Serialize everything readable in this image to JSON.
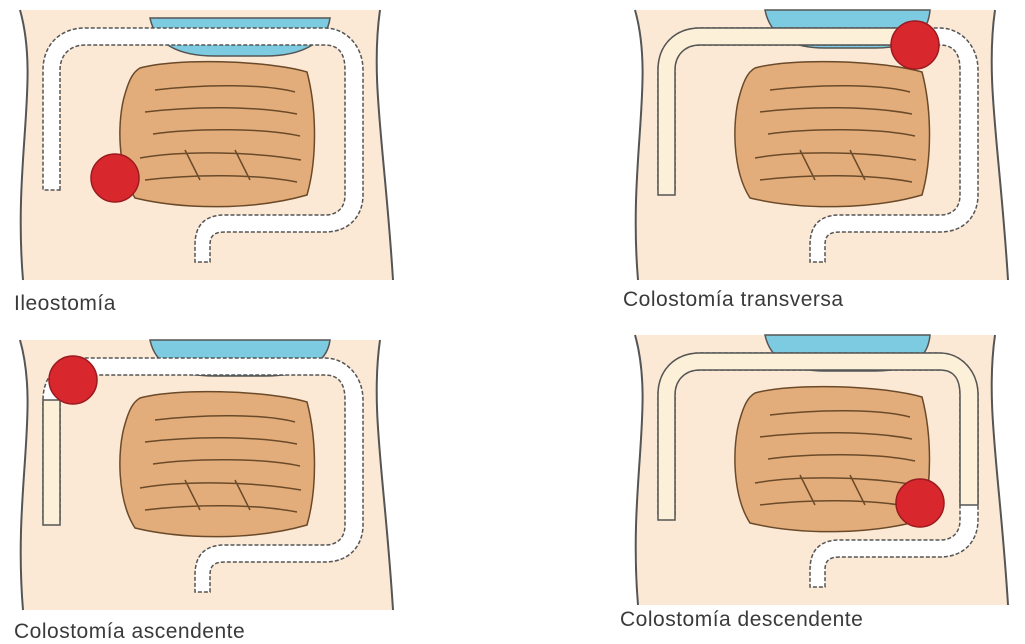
{
  "colors": {
    "skin": "#fbe9d5",
    "outline": "#555555",
    "stomach": "#7dcbe0",
    "small_intestine": "#e2ad7a",
    "colon_active": "#fdf0d8",
    "colon_inactive": "#ffffff",
    "stoma": "#d9272e"
  },
  "panels": [
    {
      "caption": "Ileostomía",
      "stoma_site": "terminal-ileum",
      "active_colon": "none"
    },
    {
      "caption": "Colostomía transversa",
      "stoma_site": "transverse-colon",
      "active_colon": "ascending-and-transverse"
    },
    {
      "caption": "Colostomía ascendente",
      "stoma_site": "ascending-colon",
      "active_colon": "ascending"
    },
    {
      "caption": "Colostomía descendente",
      "stoma_site": "descending-colon",
      "active_colon": "ascending-transverse-and-descending"
    }
  ]
}
